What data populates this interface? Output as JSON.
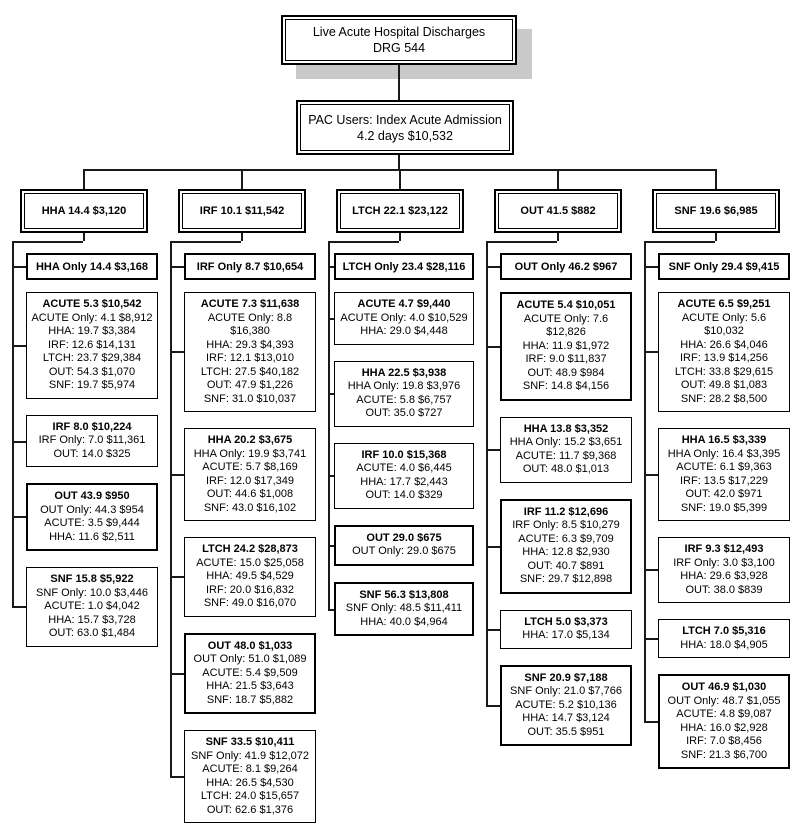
{
  "root": {
    "line1": "Live Acute Hospital Discharges",
    "line2": "DRG 544"
  },
  "pac": {
    "line1": "PAC Users: Index Acute Admission",
    "line2": "4.2 days $10,532"
  },
  "columns": [
    {
      "header": "HHA 14.4 $3,120",
      "only": "HHA Only 14.4 $3,168",
      "boxes": [
        {
          "title": "ACUTE 5.3 $10,542",
          "bold": false,
          "lines": [
            "ACUTE Only: 4.1 $8,912",
            "HHA: 19.7 $3,384",
            "IRF: 12.6 $14,131",
            "LTCH: 23.7 $29,384",
            "OUT: 54.3 $1,070",
            "SNF: 19.7 $5,974"
          ]
        },
        {
          "title": "IRF 8.0 $10,224",
          "bold": false,
          "lines": [
            "IRF Only: 7.0 $11,361",
            "OUT: 14.0 $325"
          ]
        },
        {
          "title": "OUT 43.9 $950",
          "bold": true,
          "lines": [
            "OUT Only: 44.3 $954",
            "ACUTE: 3.5 $9,444",
            "HHA: 11.6 $2,511"
          ]
        },
        {
          "title": "SNF 15.8 $5,922",
          "bold": false,
          "lines": [
            "SNF Only: 10.0 $3,446",
            "ACUTE: 1.0 $4,042",
            "HHA: 15.7 $3,728",
            "OUT: 63.0 $1,484"
          ]
        }
      ]
    },
    {
      "header": "IRF 10.1 $11,542",
      "only": "IRF Only 8.7 $10,654",
      "boxes": [
        {
          "title": "ACUTE 7.3 $11,638",
          "bold": false,
          "lines": [
            "ACUTE Only: 8.8 $16,380",
            "HHA: 29.3 $4,393",
            "IRF: 12.1 $13,010",
            "LTCH: 27.5 $40,182",
            "OUT: 47.9 $1,226",
            "SNF: 31.0 $10,037"
          ]
        },
        {
          "title": "HHA 20.2 $3,675",
          "bold": false,
          "lines": [
            "HHA Only: 19.9 $3,741",
            "ACUTE: 5.7 $8,169",
            "IRF: 12.0 $17,349",
            "OUT: 44.6 $1,008",
            "SNF: 43.0 $16,102"
          ]
        },
        {
          "title": "LTCH 24.2 $28,873",
          "bold": false,
          "lines": [
            "ACUTE: 15.0 $25,058",
            "HHA: 49.5 $4,529",
            "IRF: 20.0 $16,832",
            "SNF: 49.0 $16,070"
          ]
        },
        {
          "title": "OUT 48.0 $1,033",
          "bold": true,
          "lines": [
            "OUT Only: 51.0 $1,089",
            "ACUTE: 5.4 $9,509",
            "HHA: 21.5 $3,643",
            "SNF: 18.7 $5,882"
          ]
        },
        {
          "title": "SNF 33.5 $10,411",
          "bold": false,
          "lines": [
            "SNF Only: 41.9 $12,072",
            "ACUTE: 8.1 $9,264",
            "HHA: 26.5 $4,530",
            "LTCH: 24.0 $15,657",
            "OUT: 62.6 $1,376"
          ]
        }
      ]
    },
    {
      "header": "LTCH 22.1 $23,122",
      "only": "LTCH Only 23.4 $28,116",
      "boxes": [
        {
          "title": "ACUTE 4.7 $9,440",
          "bold": false,
          "lines": [
            "ACUTE Only: 4.0 $10,529",
            "HHA: 29.0 $4,448"
          ]
        },
        {
          "title": "HHA 22.5 $3,938",
          "bold": false,
          "lines": [
            "HHA Only: 19.8 $3,976",
            "ACUTE: 5.8 $6,757",
            "OUT: 35.0 $727"
          ]
        },
        {
          "title": "IRF 10.0 $15,368",
          "bold": false,
          "lines": [
            "ACUTE: 4.0 $6,445",
            "HHA: 17.7 $2,443",
            "OUT: 14.0 $329"
          ]
        },
        {
          "title": "OUT 29.0 $675",
          "bold": true,
          "lines": [
            "OUT Only: 29.0 $675"
          ]
        },
        {
          "title": "SNF 56.3 $13,808",
          "bold": true,
          "lines": [
            "SNF Only: 48.5 $11,411",
            "HHA: 40.0 $4,964"
          ]
        }
      ]
    },
    {
      "header": "OUT 41.5 $882",
      "only": "OUT Only 46.2 $967",
      "boxes": [
        {
          "title": "ACUTE 5.4 $10,051",
          "bold": true,
          "lines": [
            "ACUTE Only: 7.6 $12,826",
            "HHA: 11.9 $1,972",
            "IRF: 9.0 $11,837",
            "OUT: 48.9 $984",
            "SNF: 14.8 $4,156"
          ]
        },
        {
          "title": "HHA 13.8 $3,352",
          "bold": false,
          "lines": [
            "HHA Only: 15.2 $3,651",
            "ACUTE: 11.7 $9,368",
            "OUT: 48.0 $1,013"
          ]
        },
        {
          "title": "IRF 11.2 $12,696",
          "bold": true,
          "lines": [
            "IRF Only: 8.5 $10,279",
            "ACUTE: 6.3 $9,709",
            "HHA: 12.8 $2,930",
            "OUT: 40.7 $891",
            "SNF: 29.7 $12,898"
          ]
        },
        {
          "title": "LTCH 5.0 $3,373",
          "bold": false,
          "lines": [
            "HHA: 17.0 $5,134"
          ]
        },
        {
          "title": "SNF 20.9 $7,188",
          "bold": true,
          "lines": [
            "SNF Only: 21.0 $7,766",
            "ACUTE: 5.2 $10,136",
            "HHA: 14.7 $3,124",
            "OUT: 35.5 $951"
          ]
        }
      ]
    },
    {
      "header": "SNF 19.6 $6,985",
      "only": "SNF Only 29.4 $9,415",
      "boxes": [
        {
          "title": "ACUTE 6.5 $9,251",
          "bold": false,
          "lines": [
            "ACUTE Only: 5.6 $10,032",
            "HHA: 26.6 $4,046",
            "IRF: 13.9 $14,256",
            "LTCH: 33.8 $29,615",
            "OUT: 49.8 $1,083",
            "SNF: 28.2 $8,500"
          ]
        },
        {
          "title": "HHA 16.5 $3,339",
          "bold": false,
          "lines": [
            "HHA Only: 16.4 $3,395",
            "ACUTE: 6.1 $9,363",
            "IRF: 13.5 $17,229",
            "OUT: 42.0 $971",
            "SNF: 19.0 $5,399"
          ]
        },
        {
          "title": "IRF 9.3 $12,493",
          "bold": false,
          "lines": [
            "IRF Only: 3.0 $3,100",
            "HHA: 29.6 $3,928",
            "OUT: 38.0 $839"
          ]
        },
        {
          "title": "LTCH 7.0 $5,316",
          "bold": false,
          "lines": [
            "HHA: 18.0 $4,905"
          ]
        },
        {
          "title": "OUT 46.9 $1,030",
          "bold": true,
          "lines": [
            "OUT Only: 48.7 $1,055",
            "ACUTE: 4.8 $9,087",
            "HHA: 16.0 $2,928",
            "IRF: 7.0 $8,456",
            "SNF: 21.3 $6,700"
          ]
        }
      ]
    }
  ],
  "colors": {
    "background": "#ffffff",
    "box_border": "#000000",
    "connector_line": "#1a1a1a",
    "drop_shadow": "#c9c9c9"
  }
}
